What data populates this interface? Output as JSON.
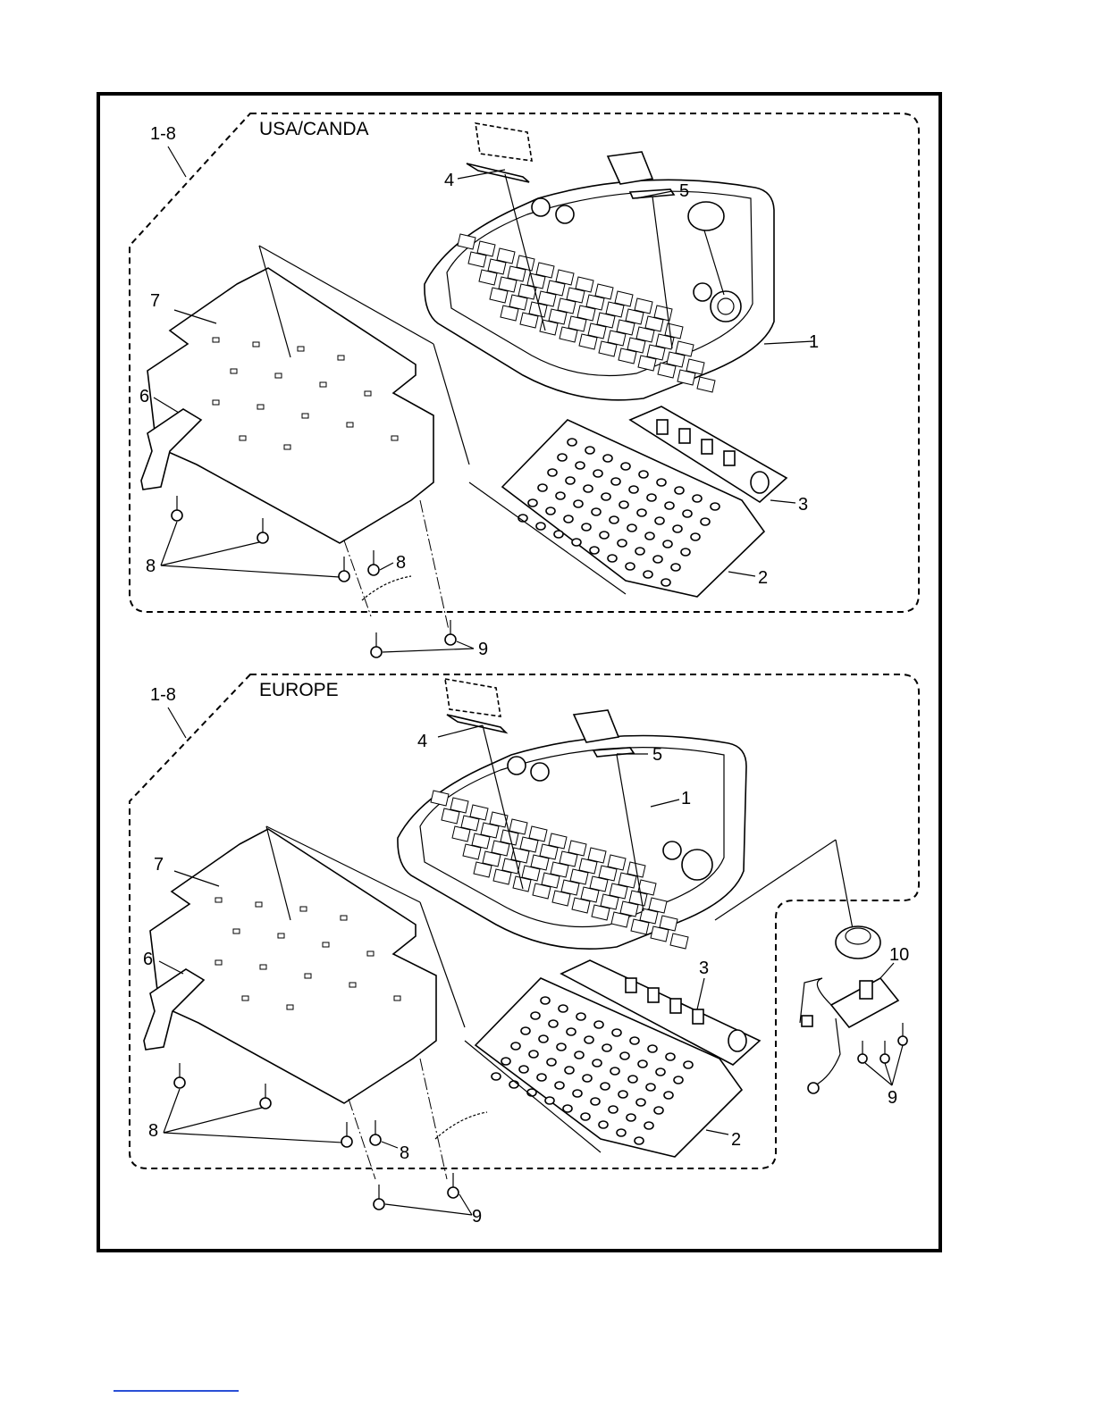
{
  "sections": [
    {
      "region_label": "USA/CANDA",
      "assembly_label": "1-8",
      "callouts": {
        "p1": "1",
        "p2": "2",
        "p3": "3",
        "p4": "4",
        "p5": "5",
        "p6": "6",
        "p7": "7",
        "p8a": "8",
        "p8b": "8",
        "p9": "9"
      }
    },
    {
      "region_label": "EUROPE",
      "assembly_label": "1-8",
      "callouts": {
        "p1": "1",
        "p2": "2",
        "p3": "3",
        "p4": "4",
        "p5": "5",
        "p6": "6",
        "p7": "7",
        "p8a": "8",
        "p8b": "8",
        "p9": "9",
        "p10": "10",
        "p9b": "9"
      }
    }
  ]
}
